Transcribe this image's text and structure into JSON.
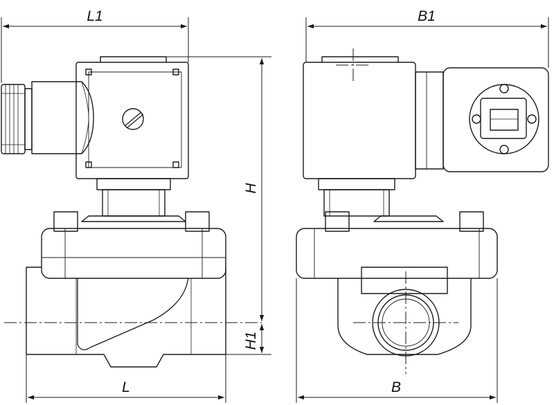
{
  "drawing": {
    "dimensions": {
      "L1": "L1",
      "B1": "B1",
      "H": "H",
      "H1": "H1",
      "L": "L",
      "B": "B"
    },
    "colors": {
      "line": "#1a1a1a",
      "background": "#ffffff"
    }
  }
}
